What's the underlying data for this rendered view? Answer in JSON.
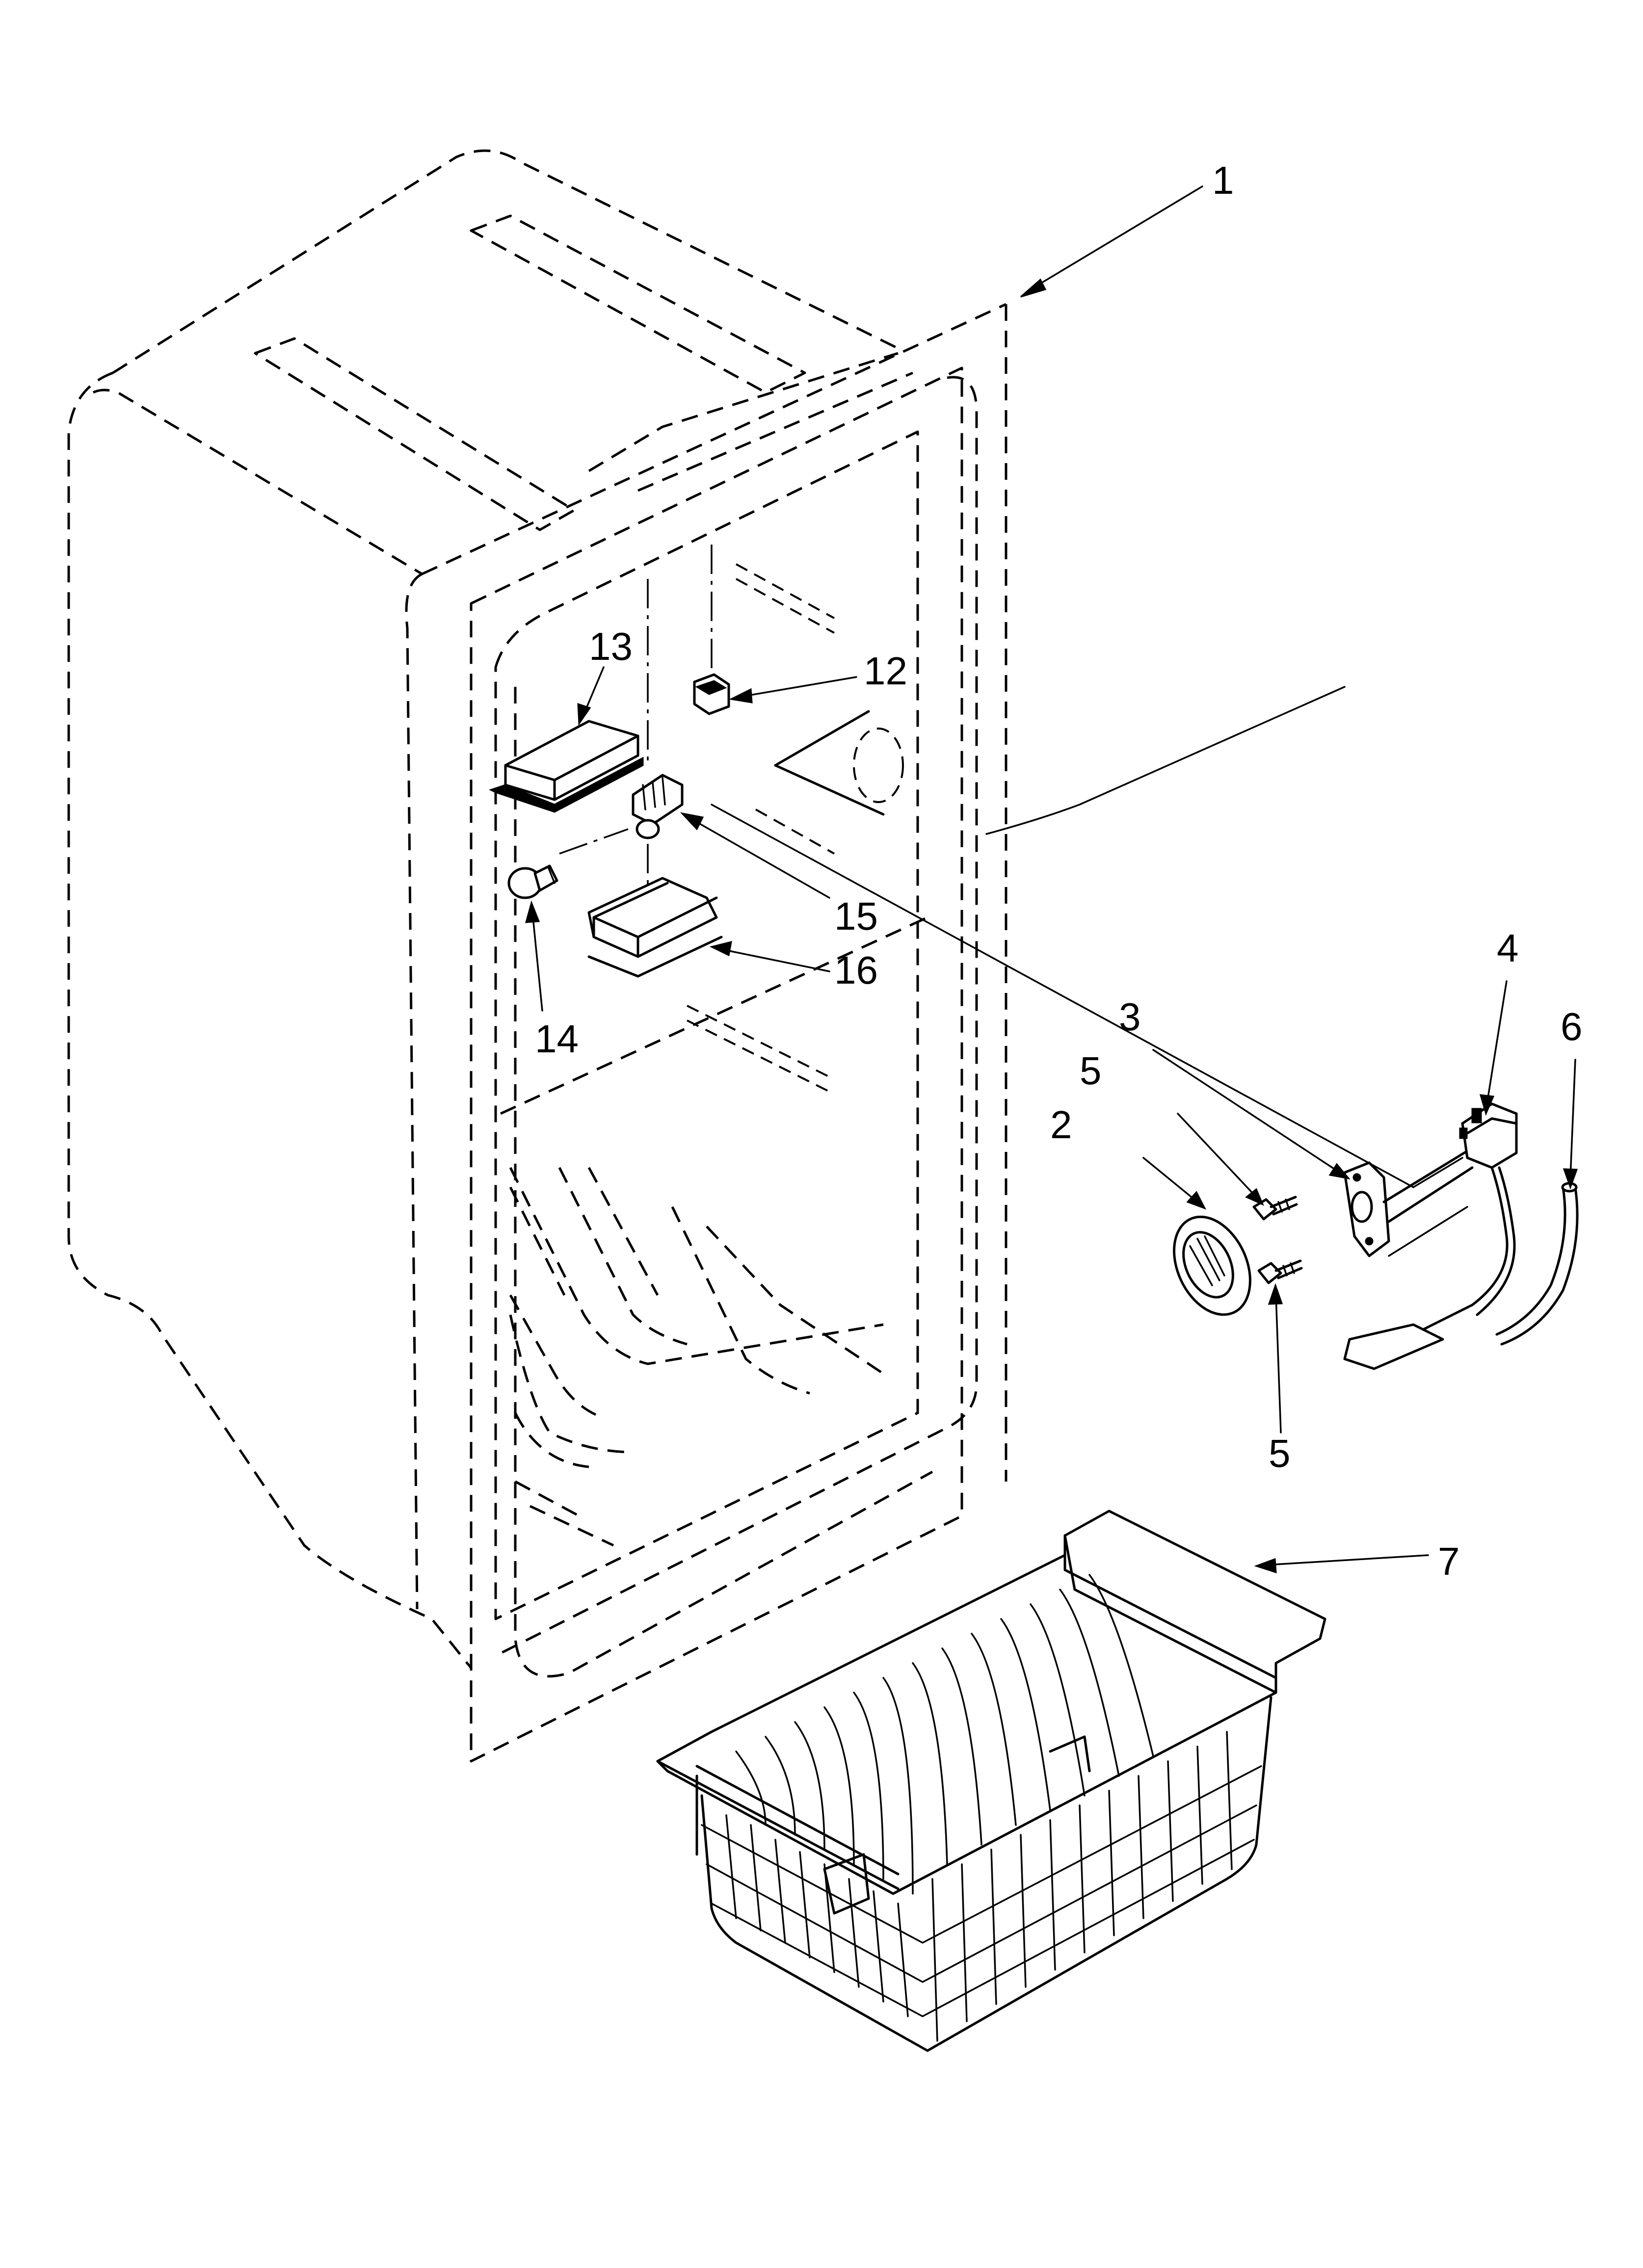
{
  "callouts": {
    "c1": "1",
    "c2": "2",
    "c3": "3",
    "c4": "4",
    "c5a": "5",
    "c5b": "5",
    "c6": "6",
    "c7": "7",
    "c12": "12",
    "c13": "13",
    "c14": "14",
    "c15": "15",
    "c16": "16"
  }
}
